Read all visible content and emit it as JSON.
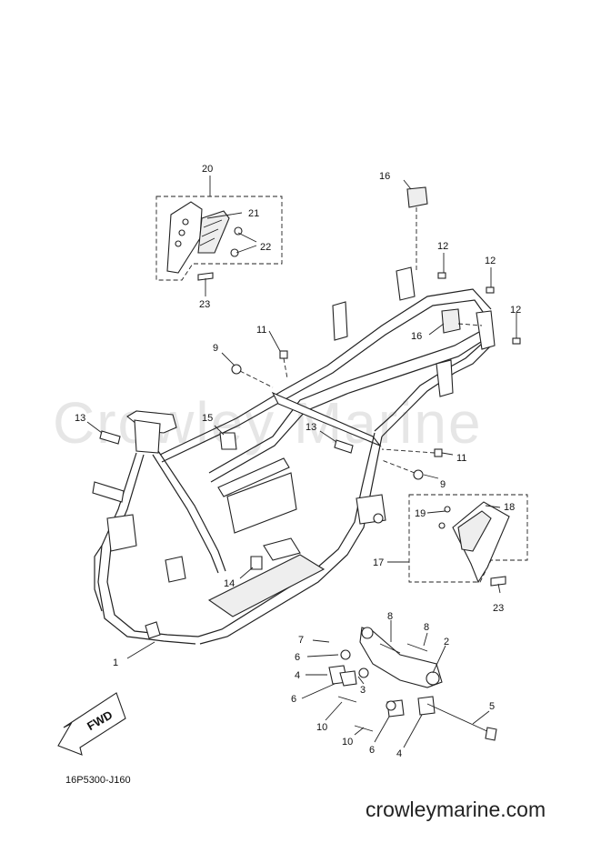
{
  "watermark": "Crowley Marine",
  "diagram_code": "16P5300-J160",
  "website": "crowleymarine.com",
  "fwd_label": "FWD",
  "callouts": [
    {
      "id": "c1",
      "num": "1"
    },
    {
      "id": "c2",
      "num": "2"
    },
    {
      "id": "c3",
      "num": "3"
    },
    {
      "id": "c4a",
      "num": "4"
    },
    {
      "id": "c4b",
      "num": "4"
    },
    {
      "id": "c5",
      "num": "5"
    },
    {
      "id": "c6a",
      "num": "6"
    },
    {
      "id": "c6b",
      "num": "6"
    },
    {
      "id": "c6c",
      "num": "6"
    },
    {
      "id": "c7",
      "num": "7"
    },
    {
      "id": "c8a",
      "num": "8"
    },
    {
      "id": "c8b",
      "num": "8"
    },
    {
      "id": "c9a",
      "num": "9"
    },
    {
      "id": "c9b",
      "num": "9"
    },
    {
      "id": "c10a",
      "num": "10"
    },
    {
      "id": "c10b",
      "num": "10"
    },
    {
      "id": "c11a",
      "num": "11"
    },
    {
      "id": "c11b",
      "num": "11"
    },
    {
      "id": "c12a",
      "num": "12"
    },
    {
      "id": "c12b",
      "num": "12"
    },
    {
      "id": "c12c",
      "num": "12"
    },
    {
      "id": "c13a",
      "num": "13"
    },
    {
      "id": "c13b",
      "num": "13"
    },
    {
      "id": "c14",
      "num": "14"
    },
    {
      "id": "c15",
      "num": "15"
    },
    {
      "id": "c16a",
      "num": "16"
    },
    {
      "id": "c16b",
      "num": "16"
    },
    {
      "id": "c17",
      "num": "17"
    },
    {
      "id": "c18",
      "num": "18"
    },
    {
      "id": "c19",
      "num": "19"
    },
    {
      "id": "c20",
      "num": "20"
    },
    {
      "id": "c21",
      "num": "21"
    },
    {
      "id": "c22",
      "num": "22"
    },
    {
      "id": "c23a",
      "num": "23"
    },
    {
      "id": "c23b",
      "num": "23"
    }
  ]
}
